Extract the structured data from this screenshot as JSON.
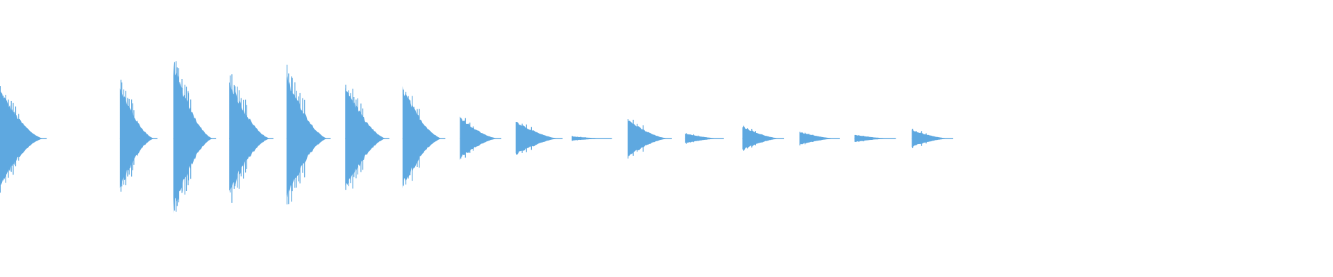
{
  "waveform": {
    "color": "#5ea8e0",
    "background": "#ffffff",
    "beats": [
      {
        "start": 0.0,
        "end": 0.033,
        "amp": 0.67
      },
      {
        "start": 0.09,
        "end": 0.116,
        "amp": 0.72
      },
      {
        "start": 0.13,
        "end": 0.16,
        "amp": 1.0
      },
      {
        "start": 0.172,
        "end": 0.203,
        "amp": 0.8
      },
      {
        "start": 0.215,
        "end": 0.246,
        "amp": 0.87
      },
      {
        "start": 0.259,
        "end": 0.29,
        "amp": 0.74
      },
      {
        "start": 0.302,
        "end": 0.332,
        "amp": 0.7
      },
      {
        "start": 0.345,
        "end": 0.374,
        "amp": 0.3
      },
      {
        "start": 0.387,
        "end": 0.42,
        "amp": 0.24
      },
      {
        "start": 0.429,
        "end": 0.457,
        "amp": 0.03
      },
      {
        "start": 0.471,
        "end": 0.502,
        "amp": 0.26
      },
      {
        "start": 0.514,
        "end": 0.541,
        "amp": 0.07
      },
      {
        "start": 0.557,
        "end": 0.586,
        "amp": 0.17
      },
      {
        "start": 0.6,
        "end": 0.628,
        "amp": 0.09
      },
      {
        "start": 0.641,
        "end": 0.67,
        "amp": 0.05
      },
      {
        "start": 0.684,
        "end": 0.713,
        "amp": 0.12
      }
    ]
  }
}
